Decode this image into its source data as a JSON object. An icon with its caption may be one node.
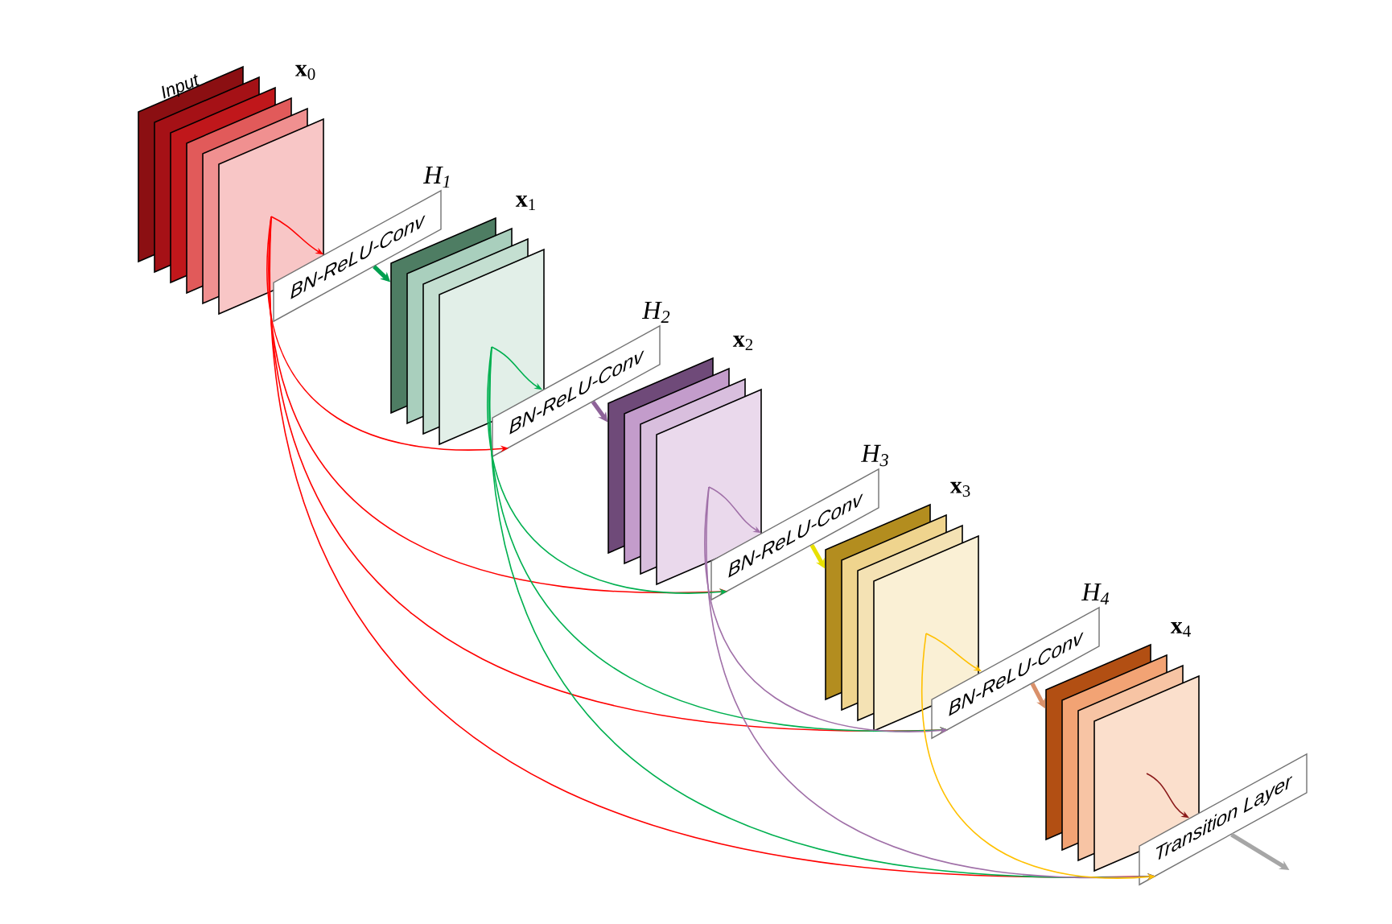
{
  "diagram": {
    "nodes": [
      {
        "text": [
          "Input",
          "**x**$_{0}$"
        ]
      },
      {
        "text": [
          "*H*$_{1}$",
          "BN-ReLU-Conv"
        ]
      },
      {
        "text": [
          "**x**$_{1}$"
        ]
      },
      {
        "text": [
          "*H*$_{2}$",
          "BN-ReLU-Conv"
        ]
      },
      {
        "text": [
          "**x**$_{2}$"
        ]
      },
      {
        "text": [
          "*H*$_{3}$",
          "BN-ReLU-Conv"
        ]
      },
      {
        "text": [
          "**x**$_{3}$"
        ]
      },
      {
        "text": [
          "*H*$_{4}$",
          "BN-ReLU-Conv"
        ]
      },
      {
        "text": [
          "**x**$_{4}$"
        ]
      },
      {
        "text": [
          "Transition Layer"
        ]
      }
    ],
    "edges": [
      {
        "from": 0,
        "to": 1,
        "arrow": "to"
      },
      {
        "from": 0,
        "to": 3,
        "arrow": "to"
      },
      {
        "from": 0,
        "to": 5,
        "arrow": "to"
      },
      {
        "from": 0,
        "to": 7,
        "arrow": "to"
      },
      {
        "from": 0,
        "to": 9,
        "arrow": "to"
      },
      {
        "from": 1,
        "to": 2,
        "arrow": "to",
        "style": "thick",
        "color": "#00a050"
      },
      {
        "from": 2,
        "to": 3,
        "arrow": "to",
        "color": "#00b050"
      },
      {
        "from": 2,
        "to": 5,
        "arrow": "to",
        "color": "#00b050"
      },
      {
        "from": 2,
        "to": 7,
        "arrow": "to",
        "color": "#00b050"
      },
      {
        "from": 2,
        "to": 9,
        "arrow": "to",
        "color": "#00b050"
      },
      {
        "from": 3,
        "to": 4,
        "arrow": "to",
        "style": "thick",
        "color": "#8e6399"
      },
      {
        "from": 4,
        "to": 5,
        "arrow": "to",
        "color": "#a070a8"
      },
      {
        "from": 4,
        "to": 7,
        "arrow": "to",
        "color": "#a070a8"
      },
      {
        "from": 4,
        "to": 9,
        "arrow": "to",
        "color": "#a070a8"
      },
      {
        "from": 5,
        "to": 6,
        "arrow": "to",
        "style": "thick",
        "color": "#e8e000"
      },
      {
        "from": 6,
        "to": 7,
        "arrow": "to",
        "color": "#ffc000"
      },
      {
        "from": 6,
        "to": 9,
        "arrow": "to",
        "color": "#ffc000"
      },
      {
        "from": 7,
        "to": 8,
        "arrow": "to",
        "style": "thick",
        "color": "#d9906a"
      },
      {
        "from": 8,
        "to": 9,
        "arrow": "to",
        "color": "#8b1a1a"
      },
      {
        "from": 9,
        "to": null,
        "arrow": "to",
        "style": "thick",
        "color": "#a6a6a6"
      }
    ]
  }
}
